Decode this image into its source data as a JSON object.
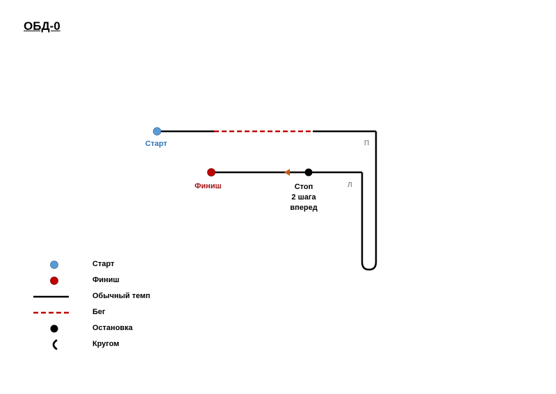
{
  "title": "ОБД-0",
  "course": {
    "start_label": "Старт",
    "finish_label": "Финиш",
    "stop_lines": [
      "Стоп",
      "2 шага",
      "вперед"
    ],
    "turn_right": "П",
    "turn_left": "Л"
  },
  "legend": {
    "items": [
      {
        "symbol": "start-dot",
        "label": "Старт"
      },
      {
        "symbol": "finish-dot",
        "label": "Финиш"
      },
      {
        "symbol": "normal-line",
        "label": "Обычный темп"
      },
      {
        "symbol": "run-line",
        "label": "Бег"
      },
      {
        "symbol": "stop-dot",
        "label": "Остановка"
      },
      {
        "symbol": "about-turn",
        "label": "Кругом"
      }
    ]
  },
  "colors": {
    "start": "#5b9bd5",
    "finish": "#c00000",
    "run": "#c00000",
    "line": "#000000",
    "arrow": "#c55a11"
  }
}
